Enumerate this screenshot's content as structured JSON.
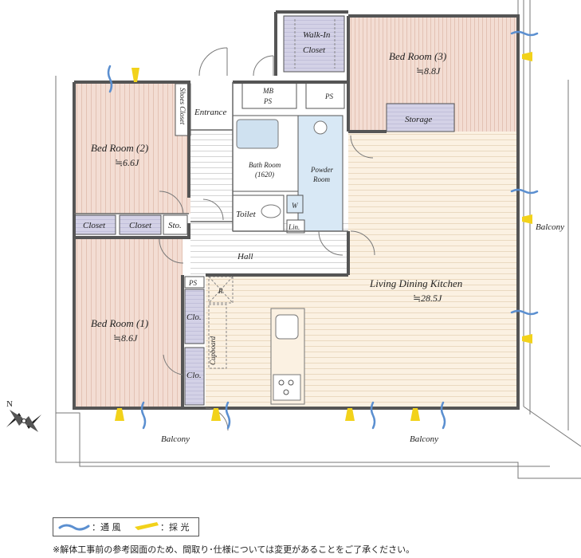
{
  "rooms": {
    "walk_in_closet": {
      "line1": "Walk-In",
      "line2": "Closet"
    },
    "bedroom3": {
      "name": "Bed Room (3)",
      "area": "≒8.8J"
    },
    "bedroom2": {
      "name": "Bed Room (2)",
      "area": "≒6.6J"
    },
    "bedroom1": {
      "name": "Bed Room (1)",
      "area": "≒8.6J"
    },
    "ldk": {
      "name": "Living Dining Kitchen",
      "area": "≒28.5J"
    },
    "entrance": "Entrance",
    "shoes_closet": "Shoes Closet",
    "mb_ps": {
      "line1": "MB",
      "line2": "PS"
    },
    "ps_top": "PS",
    "storage": "Storage",
    "bath": {
      "line1": "Bath Room",
      "line2": "(1620)"
    },
    "powder": {
      "line1": "Powder",
      "line2": "Room"
    },
    "toilet": "Toilet",
    "w": "W",
    "lin": "Lin.",
    "closet_a": "Closet",
    "closet_b": "Closet",
    "sto": "Sto.",
    "hall": "Hall",
    "ps_mid": "PS",
    "r": "R",
    "cupboard": "Cupboard",
    "clo1": "Clo.",
    "clo2": "Clo.",
    "balcony_right": "Balcony",
    "balcony_bottom_left": "Balcony",
    "balcony_bottom_right": "Balcony"
  },
  "compass": {
    "north": "N"
  },
  "legend": {
    "wind_label": "：通 風",
    "light_label": "：採 光"
  },
  "note": "※解体工事前の参考図面のため、間取り･仕様については変更があることをご了承ください。",
  "colors": {
    "bedroom_fill": "#f2dcd3",
    "ldk_fill": "#f8ecd9",
    "closet_fill": "#cfcde3",
    "bath_fill": "#cfe1f0",
    "wind_blue": "#5b8fd0",
    "light_yellow": "#f2d21a",
    "wall": "#555555"
  }
}
